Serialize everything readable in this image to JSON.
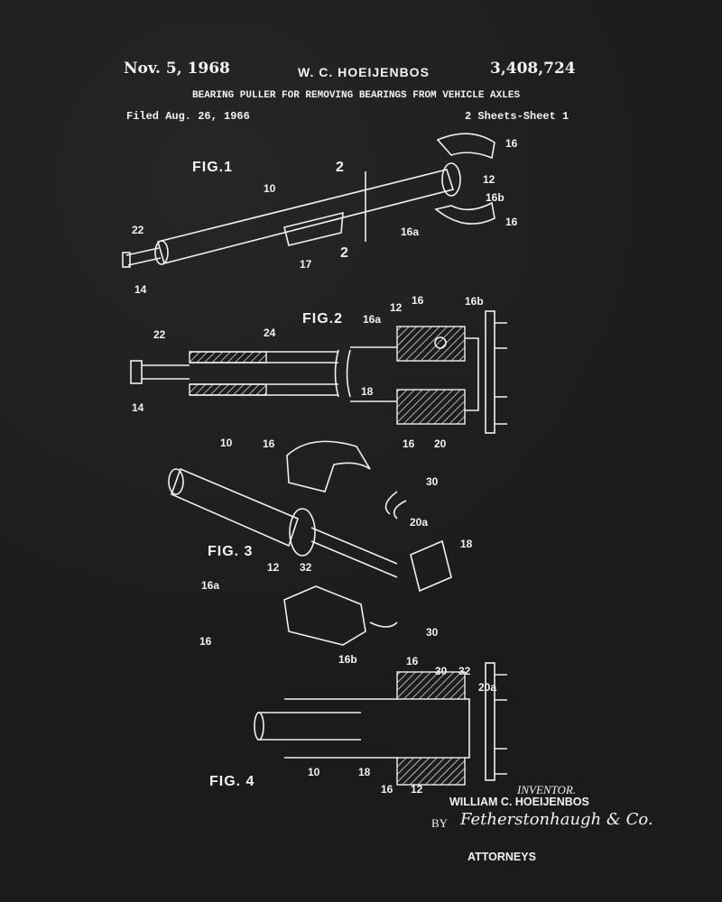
{
  "header": {
    "date": "Nov. 5, 1968",
    "inventor_short": "W. C. HOEIJENBOS",
    "patent_number": "3,408,724",
    "title": "BEARING PULLER FOR REMOVING BEARINGS FROM VEHICLE AXLES",
    "filed": "Filed Aug. 26, 1966",
    "sheets": "2 Sheets-Sheet 1"
  },
  "figures": {
    "fig1": {
      "title": "FIG.1",
      "labels": [
        "10",
        "2",
        "2",
        "22",
        "14",
        "17",
        "16",
        "12",
        "16b",
        "16a",
        "16"
      ]
    },
    "fig2": {
      "title": "FIG.2",
      "labels": [
        "22",
        "24",
        "14",
        "12",
        "16",
        "16a",
        "16b",
        "18",
        "16",
        "20"
      ]
    },
    "fig3": {
      "title": "FIG. 3",
      "labels": [
        "10",
        "16",
        "30",
        "20a",
        "18",
        "12",
        "32",
        "16a",
        "16",
        "16b",
        "30"
      ]
    },
    "fig4": {
      "title": "FIG. 4",
      "labels": [
        "16",
        "30",
        "32",
        "20a",
        "10",
        "18",
        "16",
        "12"
      ]
    }
  },
  "footer": {
    "inventor_label": "INVENTOR.",
    "inventor_name": "WILLIAM C. HOEIJENBOS",
    "by": "BY",
    "signature": "Fetherstonhaugh & Co.",
    "attorneys": "ATTORNEYS"
  },
  "colors": {
    "background": "#1d1d1d",
    "ink": "#f0f0f0"
  }
}
